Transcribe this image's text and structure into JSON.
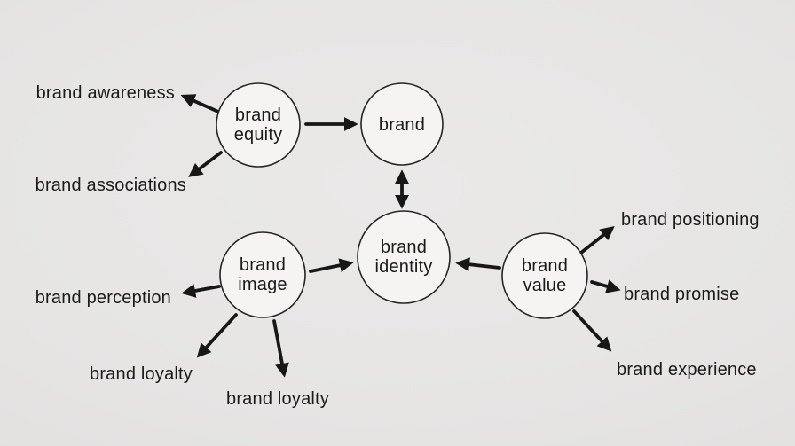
{
  "diagram": {
    "type": "concept-map",
    "topic": "brand",
    "colors": {
      "background": "#e6e5e4",
      "node_fill": "#f5f4f3",
      "node_stroke": "#262626",
      "arrow": "#171717",
      "text": "#1b1b1b"
    },
    "nodes": {
      "equity": {
        "line1": "brand",
        "line2": "equity"
      },
      "brand": {
        "label": "brand"
      },
      "identity": {
        "line1": "brand",
        "line2": "identity"
      },
      "image": {
        "line1": "brand",
        "line2": "image"
      },
      "value": {
        "line1": "brand",
        "line2": "value"
      }
    },
    "labels": {
      "awareness": "brand awareness",
      "associations": "brand associations",
      "perception": "brand perception",
      "loyalty_left": "brand loyalty",
      "loyalty_bottom": "brand loyalty",
      "positioning": "brand positioning",
      "promise": "brand promise",
      "experience": "brand experience"
    },
    "edges": [
      {
        "from": "brand equity",
        "to": "brand awareness",
        "bidirectional": false
      },
      {
        "from": "brand equity",
        "to": "brand associations",
        "bidirectional": false
      },
      {
        "from": "brand equity",
        "to": "brand",
        "bidirectional": false
      },
      {
        "from": "brand",
        "to": "brand identity",
        "bidirectional": true
      },
      {
        "from": "brand image",
        "to": "brand identity",
        "bidirectional": false
      },
      {
        "from": "brand value",
        "to": "brand identity",
        "bidirectional": false
      },
      {
        "from": "brand image",
        "to": "brand perception",
        "bidirectional": false
      },
      {
        "from": "brand image",
        "to": "brand loyalty",
        "bidirectional": false
      },
      {
        "from": "brand image",
        "to": "brand loyalty",
        "bidirectional": false
      },
      {
        "from": "brand value",
        "to": "brand positioning",
        "bidirectional": false
      },
      {
        "from": "brand value",
        "to": "brand promise",
        "bidirectional": false
      },
      {
        "from": "brand value",
        "to": "brand experience",
        "bidirectional": false
      }
    ]
  }
}
